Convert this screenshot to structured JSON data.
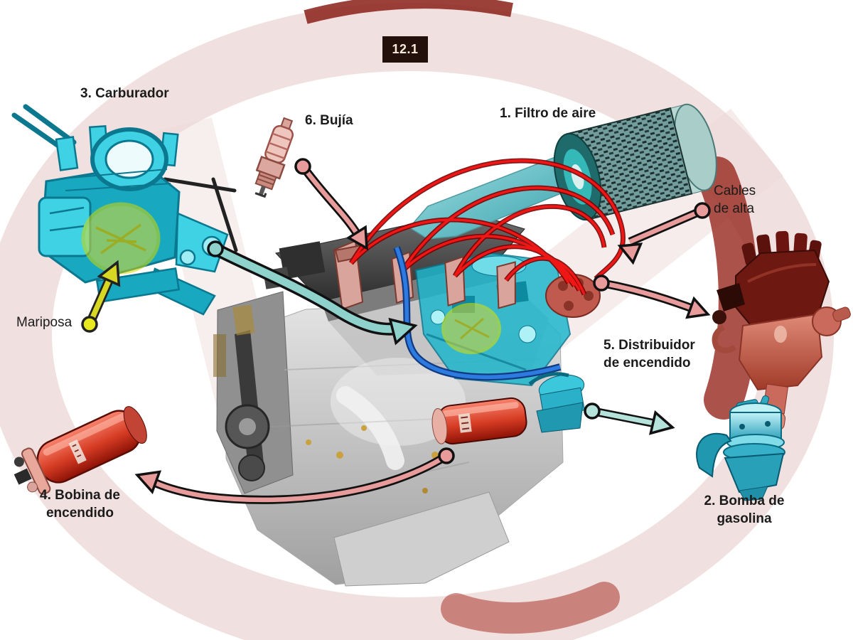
{
  "figure": {
    "badge": "12.1"
  },
  "labels": {
    "air_filter": "1. Filtro de aire",
    "fuel_pump_line1": "2. Bomba de",
    "fuel_pump_line2": "gasolina",
    "carburetor": "3. Carburador",
    "ignition_coil_line1": "4. Bobina de",
    "ignition_coil_line2": "encendido",
    "distributor_line1": "5. Distribuidor",
    "distributor_line2": "de encendido",
    "spark_plug": "6. Bujía",
    "cables_line1": "Cables",
    "cables_line2": "de alta",
    "butterfly_valve": "Mariposa"
  },
  "colors": {
    "label_text": "#1b1b1b",
    "badge_background": "#23100a",
    "badge_text": "#f6e9d7",
    "cyan_part": "#2cc7dc",
    "teal_arrow": "#8fd2cc",
    "pink_arrow": "#e89b9b",
    "red_part": "#c2392f",
    "red_wire": "#ef1616",
    "yellow_highlight": "#dede30",
    "watermark_pink": "#eedada",
    "watermark_dark_red": "#96281e"
  }
}
